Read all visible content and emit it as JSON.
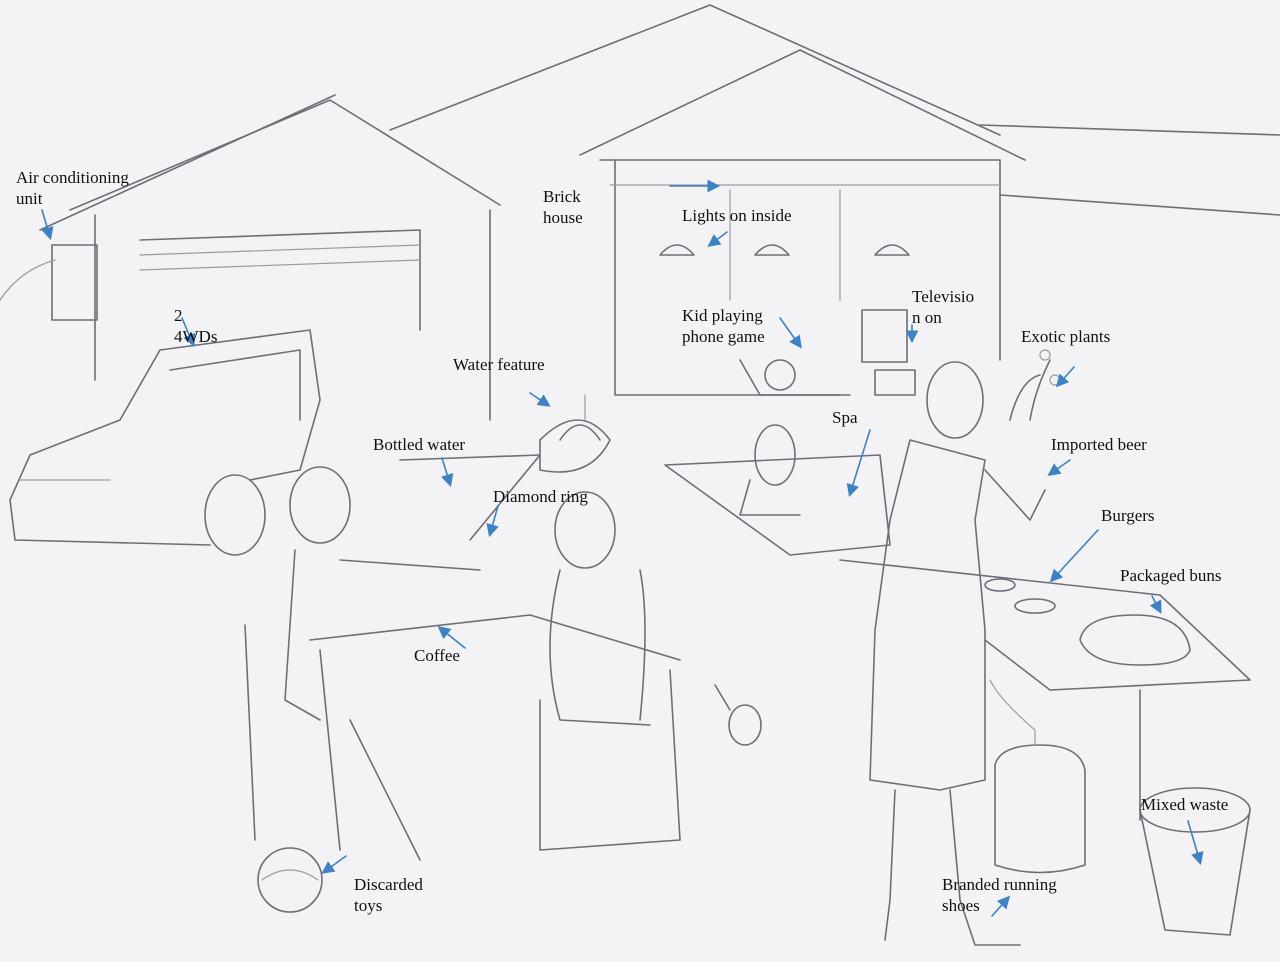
{
  "labels": {
    "air_conditioning": "Air conditioning\nunit",
    "brick_house": "Brick\nhouse",
    "lights_on": "Lights on inside",
    "two_4wds": "2\n4WDs",
    "water_feature": "Water feature",
    "kid_phone": "Kid playing\nphone game",
    "television": "Televisio\nn on",
    "exotic_plants": "Exotic plants",
    "bottled_water": "Bottled water",
    "spa": "Spa",
    "diamond_ring": "Diamond ring",
    "imported_beer": "Imported beer",
    "burgers": "Burgers",
    "packaged_buns": "Packaged buns",
    "coffee": "Coffee",
    "mixed_waste": "Mixed waste",
    "discarded_toys": "Discarded\ntoys",
    "running_shoes": "Branded running\nshoes"
  },
  "colors": {
    "background": "#f3f3f5",
    "pencil": "#6e6e76",
    "arrow": "#3b82c8",
    "text": "#111111"
  }
}
